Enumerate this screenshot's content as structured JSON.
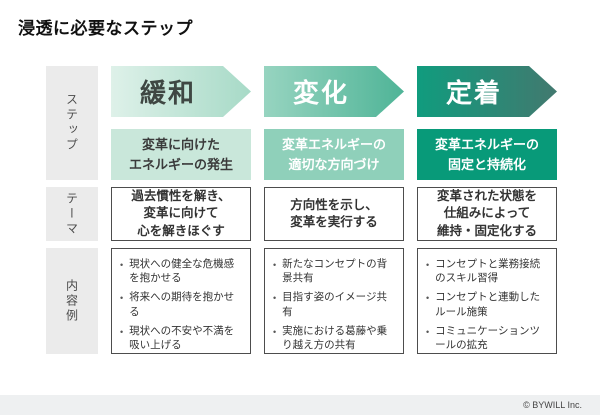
{
  "title": "浸透に必要なステップ",
  "row_labels": {
    "step": "ステップ",
    "theme": "テーマ",
    "examples": "内容例"
  },
  "columns": [
    {
      "step": "緩和",
      "arrow_from": "#def1e9",
      "arrow_to": "#a7dac7",
      "step_color": "#3f4743",
      "sub_bg": "#c9e7da",
      "sub_color": "#3a3a3a",
      "subtitle": "変革に向けた\nエネルギーの発生",
      "theme": "過去慣性を解き、\n変革に向けて\n心を解きほぐす",
      "examples": [
        "現状への健全な危機感を抱かせる",
        "将来への期待を抱かせる",
        "現状への不安や不満を吸い上げる"
      ]
    },
    {
      "step": "変化",
      "arrow_from": "#97d4c0",
      "arrow_to": "#4fb497",
      "step_color": "#ffffff",
      "sub_bg": "#8fd0ba",
      "sub_color": "#ffffff",
      "subtitle": "変革エネルギーの\n適切な方向づけ",
      "theme": "方向性を示し、\n変革を実行する",
      "examples": [
        "新たなコンセプトの背景共有",
        "目指す姿のイメージ共有",
        "実施における葛藤や乗り越え方の共有"
      ]
    },
    {
      "step": "定着",
      "arrow_from": "#109c7e",
      "arrow_to": "#42796f",
      "step_color": "#ffffff",
      "sub_bg": "#089a79",
      "sub_color": "#ffffff",
      "subtitle": "変革エネルギーの\n固定と持続化",
      "theme": "変革された状態を\n仕組みによって\n維持・固定化する",
      "examples": [
        "コンセプトと業務接続のスキル習得",
        "コンセプトと連動したルール施策",
        "コミュニケーションツールの拡充"
      ]
    }
  ],
  "footer": {
    "copyright": "© BYWILL Inc."
  },
  "colors": {
    "label_bg": "#ebebeb",
    "box_border": "#4d4d4d",
    "footer_bg": "#eef0f1",
    "background": "#ffffff"
  }
}
